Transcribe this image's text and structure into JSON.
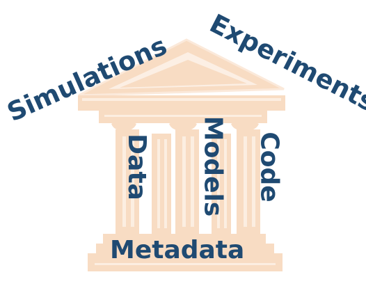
{
  "diagram": {
    "labels": {
      "simulations": "Simulations",
      "experiments": "Experiments",
      "data": "Data",
      "models": "Models",
      "code": "Code",
      "metadata": "Metadata"
    },
    "colors": {
      "text": "#1f4a72",
      "temple_fill": "#f8dcc3",
      "temple_stroke": "#fbe9da",
      "background": "#ffffff"
    },
    "icon": "temple-icon"
  }
}
